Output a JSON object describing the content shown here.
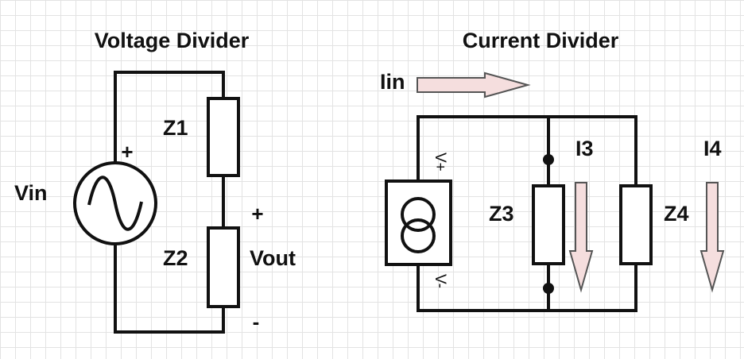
{
  "voltage_divider": {
    "title": "Voltage Divider",
    "source_label": "Vin",
    "source_polarity": "+",
    "upper_impedance": "Z1",
    "lower_impedance": "Z2",
    "output_label": "Vout",
    "output_plus": "+",
    "output_minus": "-"
  },
  "current_divider": {
    "title": "Current Divider",
    "input_current": "Iin",
    "source_top_label": "V+",
    "source_bottom_label": "V-",
    "branch_left_impedance": "Z3",
    "branch_left_current": "I3",
    "branch_right_impedance": "Z4",
    "branch_right_current": "I4"
  },
  "colors": {
    "wire": "#111111",
    "arrow_fill": "#f5dede",
    "grid": "#e3e3e3"
  }
}
